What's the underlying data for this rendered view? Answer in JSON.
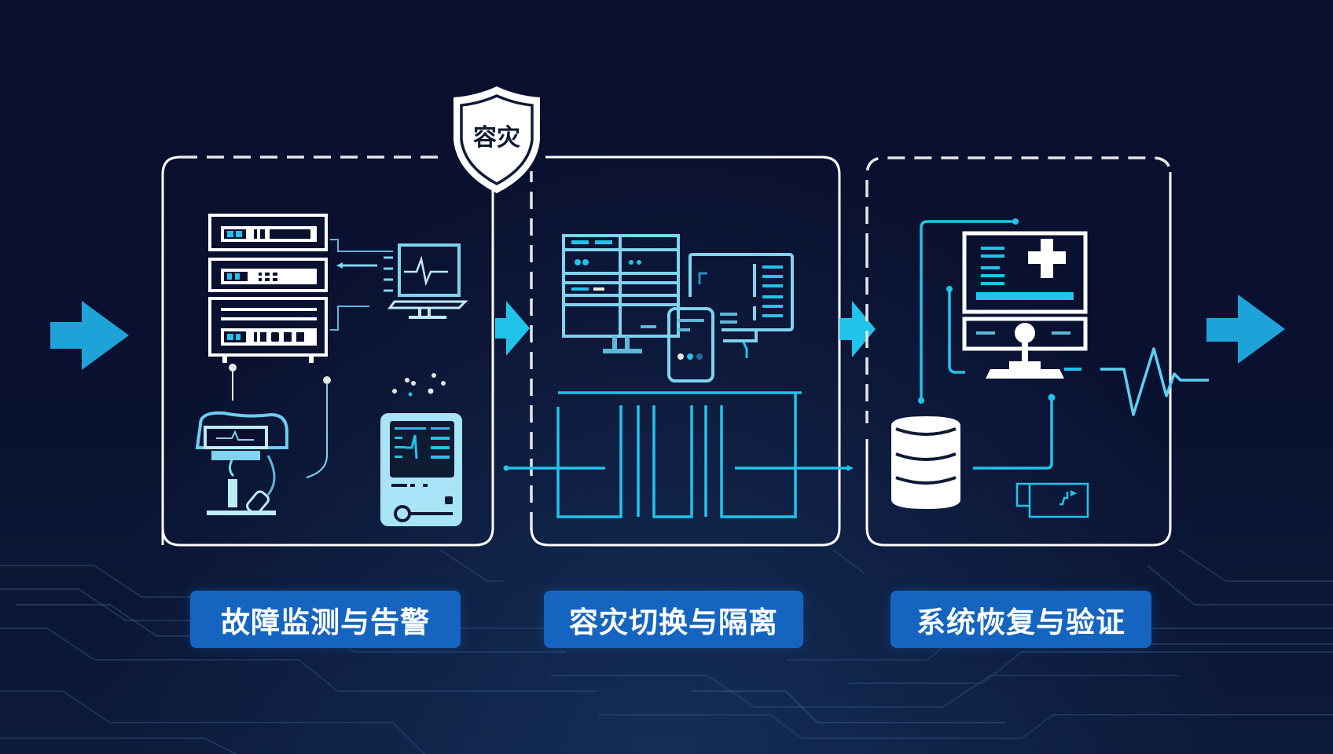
{
  "badge": {
    "label": "容灾",
    "icon": "shield-icon"
  },
  "steps": [
    {
      "label": "故障监测与告警",
      "icons": [
        "server-rack-icon",
        "monitor-heartbeat-icon",
        "diagnostic-device-icon",
        "handheld-monitor-icon"
      ]
    },
    {
      "label": "容灾切换与隔离",
      "icons": [
        "dashboard-monitor-icon",
        "tablet-icon",
        "isolation-switch-icon"
      ]
    },
    {
      "label": "系统恢复与验证",
      "icons": [
        "medical-cross-monitor-icon",
        "database-icon",
        "ecg-line-icon"
      ]
    }
  ],
  "colors": {
    "background": "#0a0f2e",
    "accent": "#22c3ea",
    "arrow": "#1ea3d8",
    "label_bg": "#1565c0",
    "stroke": "#ffffff"
  }
}
